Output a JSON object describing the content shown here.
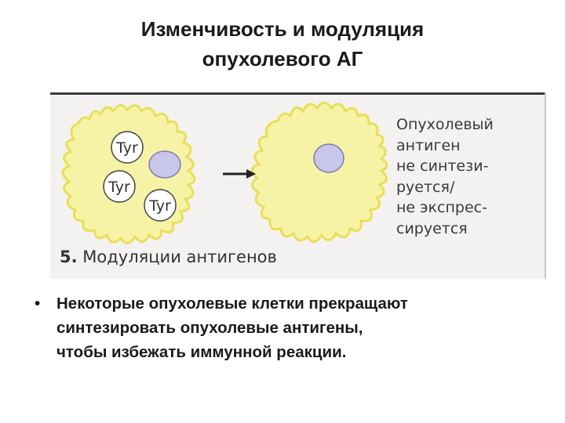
{
  "slide": {
    "title_lines": [
      "Изменчивость и модуляция",
      "опухолевого АГ"
    ],
    "bullet_char": "•",
    "bullet_lines": [
      "Некоторые опухолевые клетки прекращают",
      "синтезировать опухолевые антигены,",
      "чтобы избежать иммунной реакции."
    ]
  },
  "figure": {
    "caption_number": "5.",
    "caption_text": "Модуляции антигенов",
    "antigen_label": "Tyr",
    "side_text_lines": [
      "Опухолевый",
      "антиген",
      "не синтези-",
      "руется/",
      "не экспрес-",
      "сируется"
    ],
    "colors": {
      "cell_fill": "#f7f3a6",
      "cell_stroke": "#e9df55",
      "nucleus_fill": "#c9c6ec",
      "nucleus_stroke": "#7e7aae",
      "antigen_fill": "#ffffff",
      "antigen_stroke": "#444444",
      "arrow": "#222222",
      "background": "#f4f2f0"
    }
  }
}
